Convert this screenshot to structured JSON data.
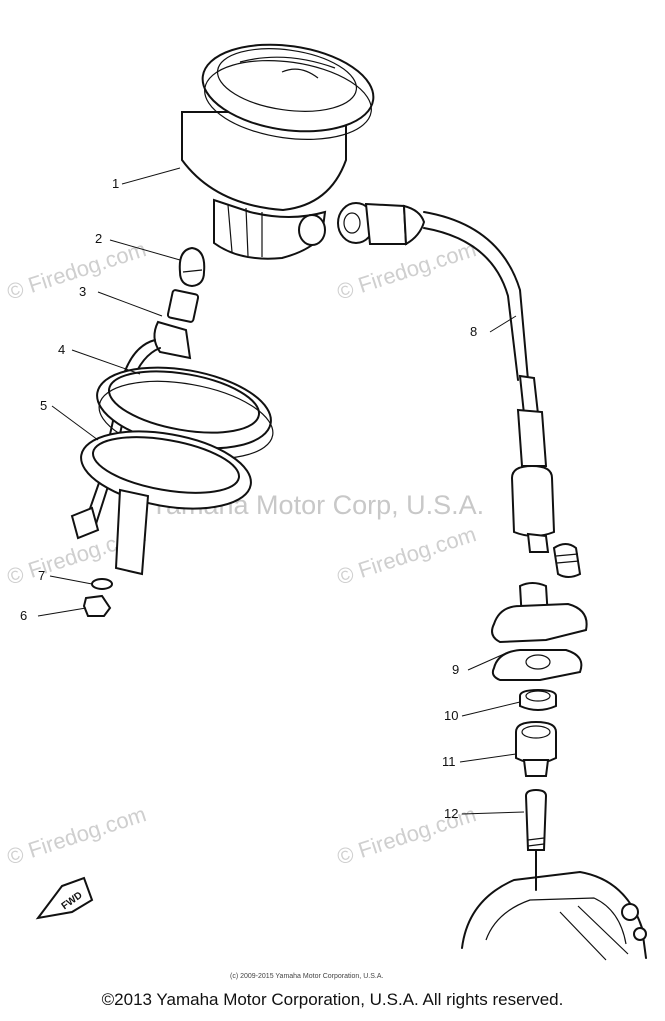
{
  "callouts": [
    "1",
    "2",
    "3",
    "4",
    "5",
    "6",
    "7",
    "8",
    "9",
    "10",
    "11",
    "12"
  ],
  "fwd_label": "FWD",
  "watermarks": {
    "site": "© Firedog.com",
    "banner": "Yamaha Motor Corp, U.S.A."
  },
  "small_credit": "(c) 2009-2015 Yamaha Motor Corporation, U.S.A.",
  "copyright": "©2013 Yamaha Motor Corporation, U.S.A. All rights reserved."
}
